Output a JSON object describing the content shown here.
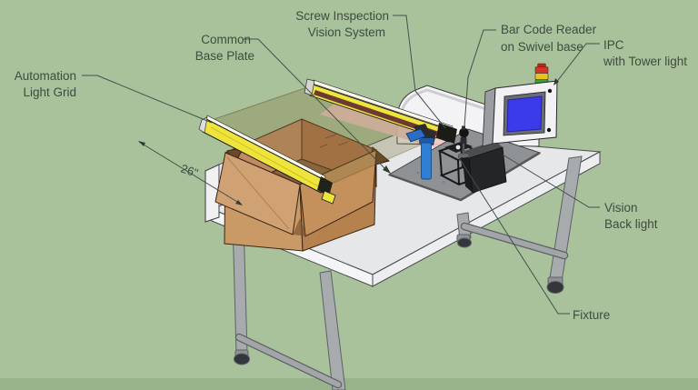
{
  "labels": {
    "automation": {
      "line1": "Automation",
      "line2": "Light Grid"
    },
    "common": {
      "line1": "Common",
      "line2": "Base Plate"
    },
    "screw": {
      "line1": "Screw Inspection",
      "line2": "Vision System"
    },
    "barcode": {
      "line1": "Bar Code Reader",
      "line2": "on Swivel base"
    },
    "ipc": {
      "line1": "IPC",
      "line2": "with Tower light"
    },
    "vision": {
      "line1": "Vision",
      "line2": "Back light"
    },
    "fixture": {
      "line1": "Fixture"
    },
    "dimension": "26\""
  },
  "colors": {
    "background": "#a9c29b",
    "ground_strip": "#97b088",
    "table_top": "#e6e7e9",
    "table_edge": "#f4f5f7",
    "leg_gray": "#a7abad",
    "bar_yellow": "#efe53a",
    "sensor_stripe": "#6d3a33",
    "beam_plane": "rgba(125,115,60,0.30)",
    "pink_beam": "#f1c7c1",
    "base_plate": "#8f9295",
    "box_front": "#c99a66",
    "box_side": "#b5824e",
    "box_inner": "#c28a64",
    "box_floor": "#8f5f40",
    "screen_blue": "#3b3bea",
    "tower_red": "#d23526",
    "tower_yellow": "#e6c31f",
    "tower_green": "#3f9f3a",
    "label_text": "#404b41",
    "leader_line": "#45504a"
  }
}
